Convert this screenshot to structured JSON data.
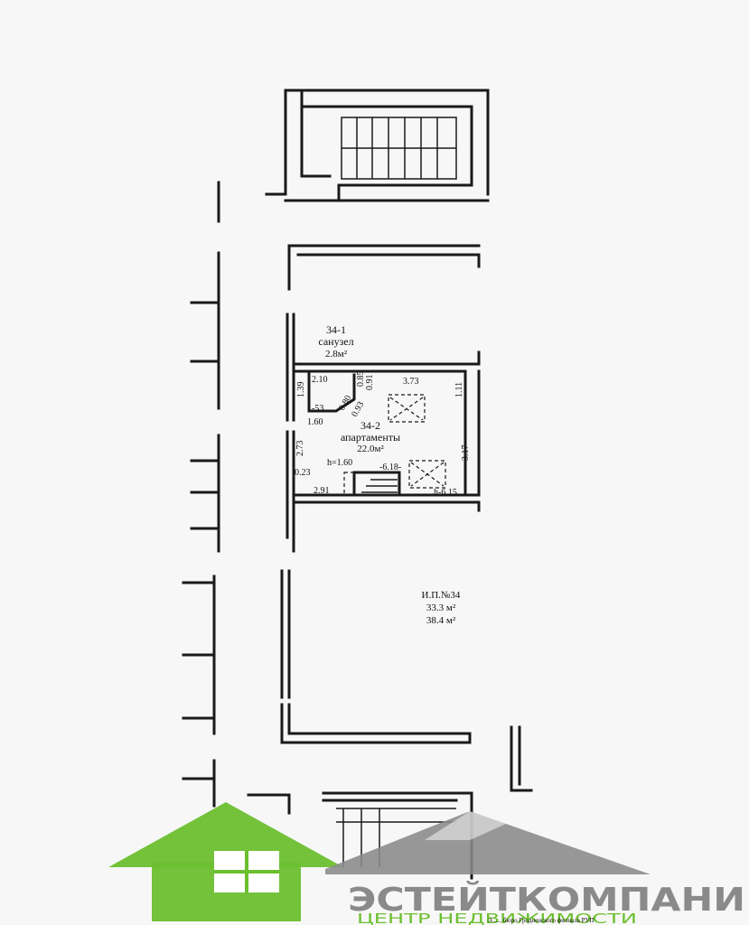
{
  "plan": {
    "sanuzel": {
      "id": "34-1",
      "name": "санузел",
      "area": "2.8м²"
    },
    "apartments": {
      "id": "34-2",
      "name": "апартаменты",
      "area": "22.0м²"
    },
    "unit": {
      "title": "И.П.№34",
      "area1": "33.3 м²",
      "area2": "38.4 м²"
    },
    "dimensions": {
      "d_210": "2.10",
      "d_373": "3.73",
      "d_139": "1.39",
      "d_111": "1.11",
      "d_085": "0.85",
      "d_091": "0.91",
      "d_080": "0.80",
      "d_093": "0.93",
      "d_53": "-53",
      "d_160": "1.60",
      "d_273": "2.73",
      "d_317": "3.17",
      "d_h160": "h=1.60",
      "d_618": "-6.18-",
      "d_023": "0.23",
      "d_291": "2.91",
      "d_h615": "h-6.15"
    },
    "footer_small": "Э...... бюро Гродненского филиала РУП"
  },
  "brand": {
    "name": "ЭСТЕЙТКОМПАНИ",
    "tagline": "ЦЕНТР НЕДВИЖИМОСТИ",
    "green": "#6cbf2f",
    "gray": "#8a8a8a"
  }
}
